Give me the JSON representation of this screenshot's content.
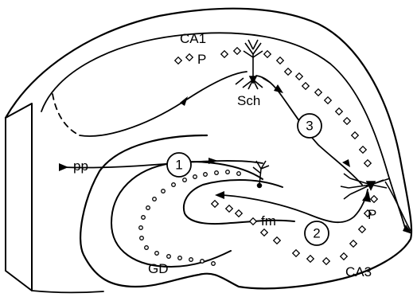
{
  "labels": {
    "ca1": "CA1",
    "p_top": "P",
    "sch": "Sch",
    "pp": "pp",
    "fm": "fm",
    "p_right": "P",
    "gd": "GD",
    "ca3": "CA3"
  },
  "steps": {
    "one": "1",
    "two": "2",
    "three": "3"
  },
  "colors": {
    "ink": "#000000",
    "background": "#ffffff"
  }
}
